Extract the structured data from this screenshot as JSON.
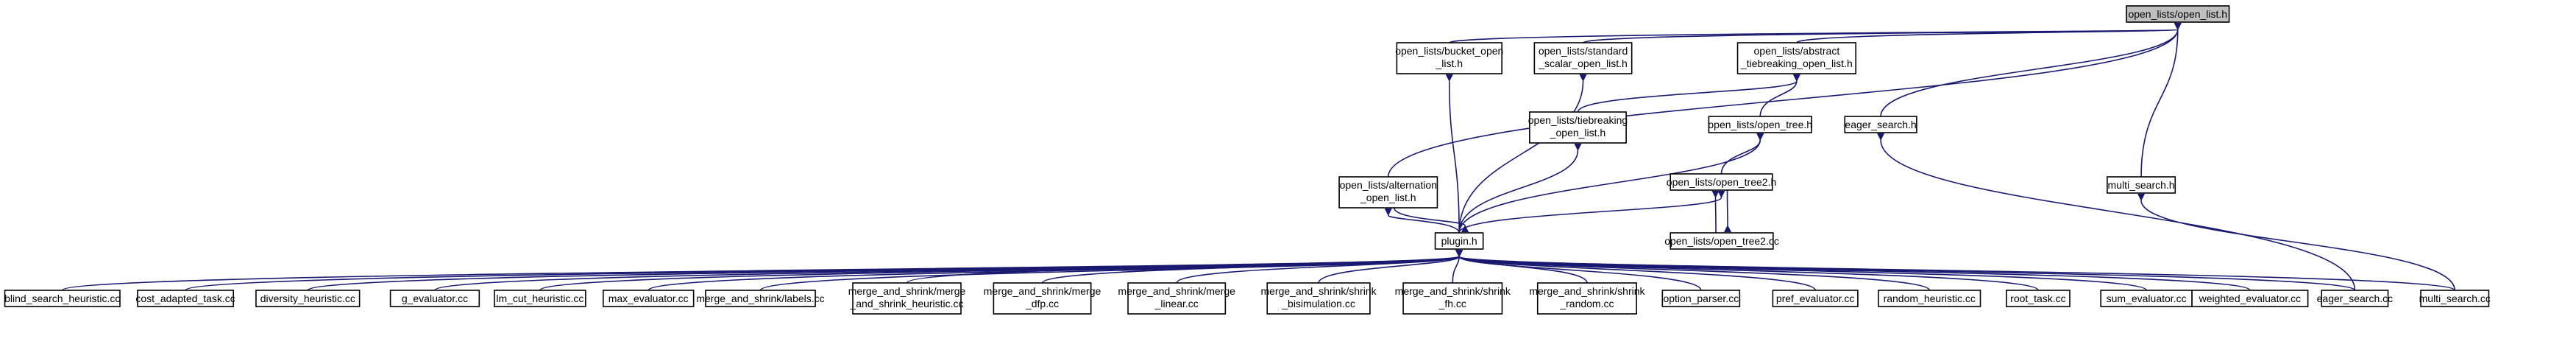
{
  "graph": {
    "colors": {
      "edge": "#191970",
      "root_fill": "#bfbfbf",
      "node_fill": "#ffffff",
      "border": "#000000"
    },
    "nodes": {
      "root": [
        "open_lists/open_list.h"
      ],
      "bucket": [
        "open_lists/bucket_open",
        "_list.h"
      ],
      "standard": [
        "open_lists/standard",
        "_scalar_open_list.h"
      ],
      "abstract": [
        "open_lists/abstract",
        "_tiebreaking_open_list.h"
      ],
      "tiebreak": [
        "open_lists/tiebreaking",
        "_open_list.h"
      ],
      "opentree": [
        "open_lists/open_tree.h"
      ],
      "opentree2h": [
        "open_lists/open_tree2.h"
      ],
      "opentree2cc": [
        "open_lists/open_tree2.cc"
      ],
      "alternation": [
        "open_lists/alternation",
        "_open_list.h"
      ],
      "eager_h": [
        "eager_search.h"
      ],
      "multi_h": [
        "multi_search.h"
      ],
      "plugin": [
        "plugin.h"
      ],
      "blind": [
        "blind_search_heuristic.cc"
      ],
      "cost": [
        "cost_adapted_task.cc"
      ],
      "diversity": [
        "diversity_heuristic.cc"
      ],
      "geval": [
        "g_evaluator.cc"
      ],
      "lmcut": [
        "lm_cut_heuristic.cc"
      ],
      "maxeval": [
        "max_evaluator.cc"
      ],
      "labels": [
        "merge_and_shrink/labels.cc"
      ],
      "mas_heur": [
        "merge_and_shrink/merge",
        "_and_shrink_heuristic.cc"
      ],
      "mas_dfp": [
        "merge_and_shrink/merge",
        "_dfp.cc"
      ],
      "mas_linear": [
        "merge_and_shrink/merge",
        "_linear.cc"
      ],
      "mas_bisim": [
        "merge_and_shrink/shrink",
        "_bisimulation.cc"
      ],
      "mas_fh": [
        "merge_and_shrink/shrink",
        "_fh.cc"
      ],
      "mas_random": [
        "merge_and_shrink/shrink",
        "_random.cc"
      ],
      "optparser": [
        "option_parser.cc"
      ],
      "prefeval": [
        "pref_evaluator.cc"
      ],
      "randheur": [
        "random_heuristic.cc"
      ],
      "roottask": [
        "root_task.cc"
      ],
      "sumeval": [
        "sum_evaluator.cc"
      ],
      "weighted": [
        "weighted_evaluator.cc"
      ],
      "eager_cc": [
        "eager_search.cc"
      ],
      "multi_cc": [
        "multi_search.cc"
      ]
    }
  }
}
